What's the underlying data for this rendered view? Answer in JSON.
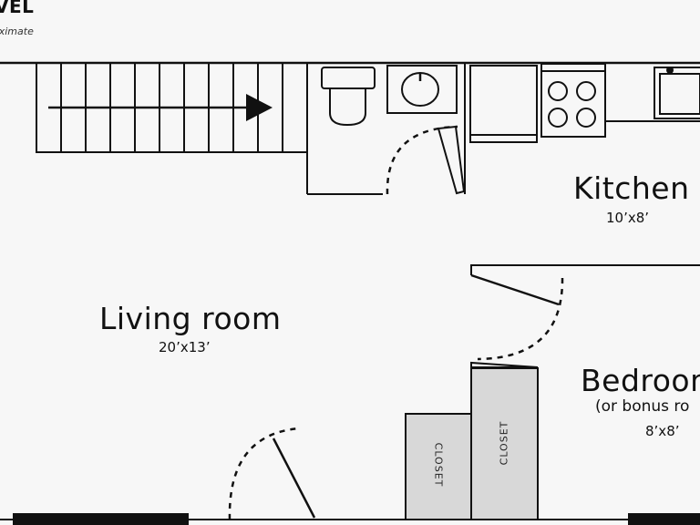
{
  "header": {
    "title": "VEL",
    "note": "oximate"
  },
  "rooms": {
    "kitchen": {
      "name": "Kitchen",
      "size": "10’x8’"
    },
    "living": {
      "name": "Living room",
      "size": "20’x13’"
    },
    "bedroom": {
      "name": "Bedroom",
      "subtitle": "(or bonus ro",
      "size": "8’x8’"
    }
  },
  "closets": [
    "CLOSET",
    "CLOSET"
  ],
  "colors": {
    "wall": "#111111",
    "closet_fill": "#d8d8d8",
    "background": "#f7f7f7"
  }
}
